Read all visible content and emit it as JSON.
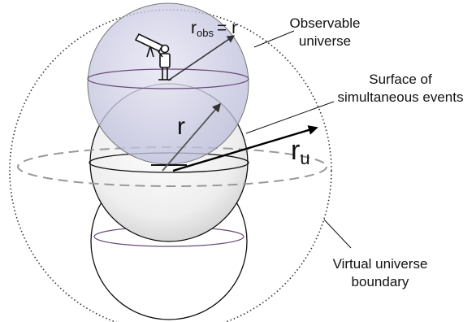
{
  "labels": {
    "r_obs_main": "r",
    "r_obs_sub": "obs",
    "r_obs_eq": "= r",
    "observable_line1": "Observable",
    "observable_line2": "universe",
    "surface_line1": "Surface of",
    "surface_line2": "simultaneous events",
    "r_center": "r",
    "r_u_main": "r",
    "r_u_sub": "u",
    "virtual_line1": "Virtual universe",
    "virtual_line2": "boundary"
  }
}
